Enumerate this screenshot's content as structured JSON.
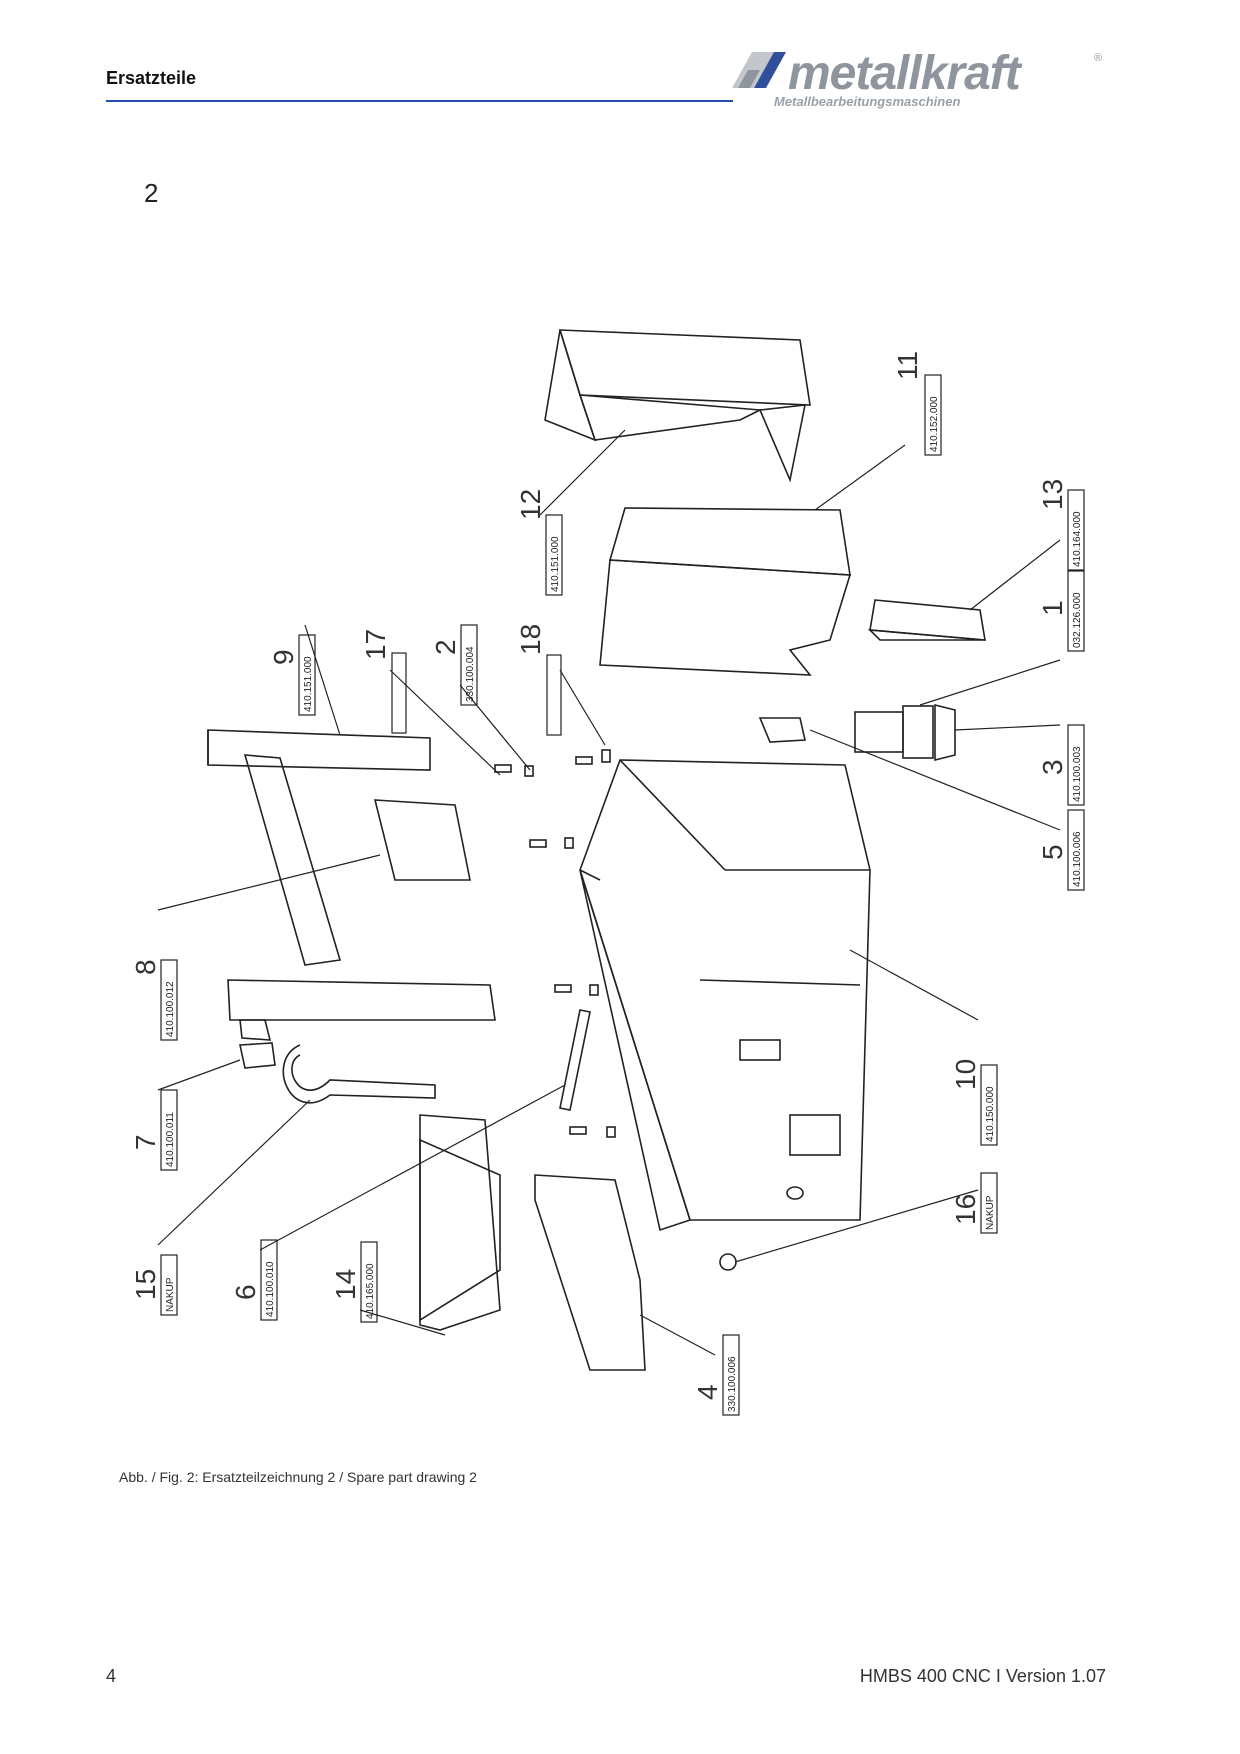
{
  "header": {
    "title": "Ersatzteile",
    "logo_word": "metallkraft",
    "logo_registered": "®",
    "logo_tagline": "Metallbearbeitungsmaschinen",
    "rule_color": "#1f4fa8",
    "logo_color": "#8f959d"
  },
  "section_number": "2",
  "drawing": {
    "callouts": [
      {
        "number": "11",
        "part": "410.152.000"
      },
      {
        "number": "12",
        "part": "410.151.000"
      },
      {
        "number": "13",
        "part": "410.164.000"
      },
      {
        "number": "1",
        "part": "032.126.000"
      },
      {
        "number": "3",
        "part": "410.100.003"
      },
      {
        "number": "5",
        "part": "410.100.006"
      },
      {
        "number": "9",
        "part": "410.151.000"
      },
      {
        "number": "17",
        "part": ""
      },
      {
        "number": "2",
        "part": "330.100.004"
      },
      {
        "number": "18",
        "part": ""
      },
      {
        "number": "8",
        "part": "410.100.012"
      },
      {
        "number": "10",
        "part": "410.150.000"
      },
      {
        "number": "7",
        "part": "410.100.011"
      },
      {
        "number": "16",
        "part": "NAKUP"
      },
      {
        "number": "15",
        "part": "NAKUP"
      },
      {
        "number": "6",
        "part": "410.100.010"
      },
      {
        "number": "14",
        "part": "410.165.000"
      },
      {
        "number": "4",
        "part": "330.100.006"
      }
    ]
  },
  "caption": "Abb. / Fig. 2: Ersatzteilzeichnung 2 / Spare part drawing 2",
  "footer": {
    "page_number": "4",
    "document": "HMBS 400 CNC I Version 1.07"
  }
}
